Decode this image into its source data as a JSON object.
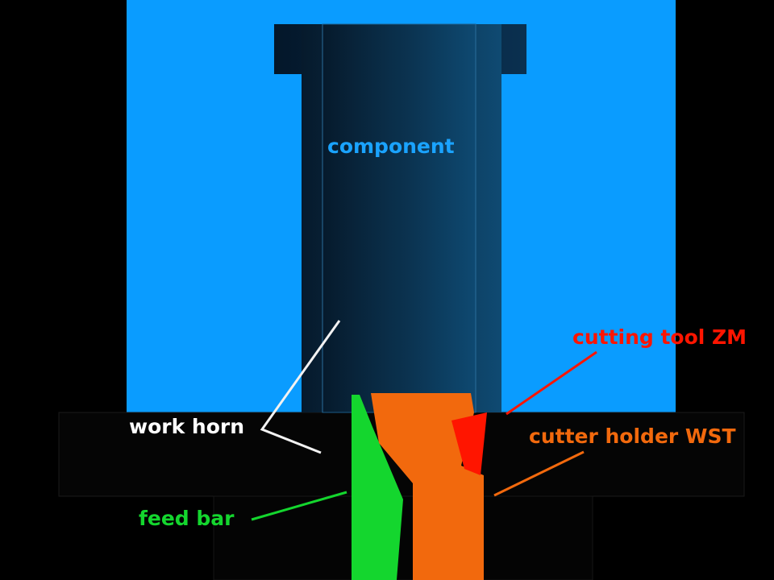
{
  "labels": {
    "component": "component",
    "work_horn": "work horn",
    "feed_bar": "feed bar",
    "cutting_tool": "cutting tool ZM",
    "cutter_holder": "cutter holder WST"
  },
  "colors": {
    "background": "#000000",
    "fixture_blue": "#0a9cff",
    "component_dark": "#0b3350",
    "feed_bar_green": "#14d62e",
    "holder_orange": "#f2690d",
    "cutting_tool_red": "#ff1500",
    "work_horn_line": "#ffffff",
    "component_text": "#1aa3ff"
  }
}
